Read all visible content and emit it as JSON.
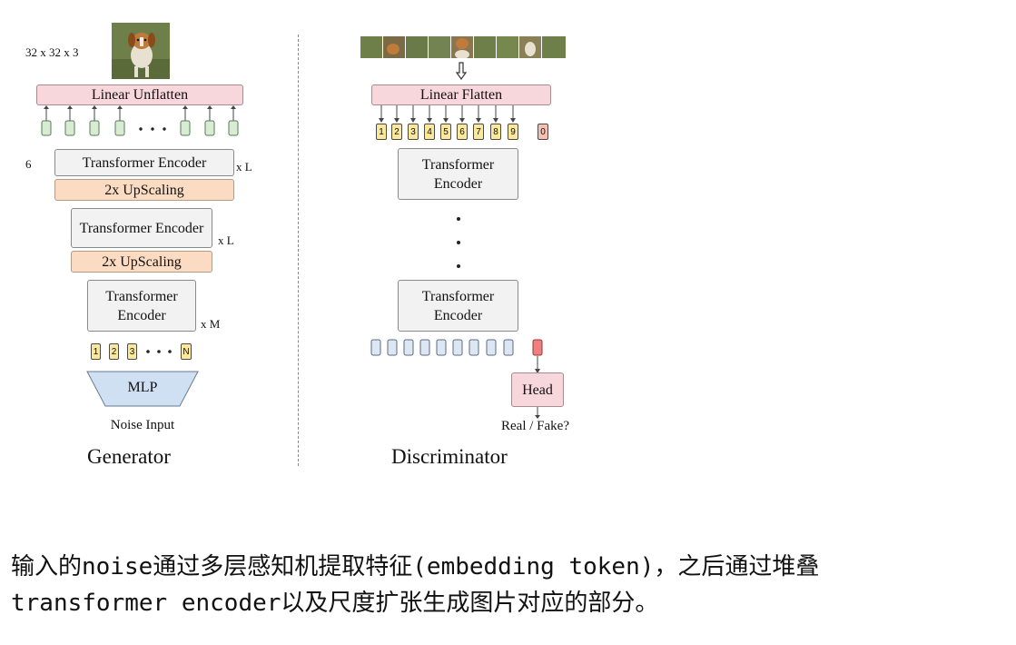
{
  "generator": {
    "title": "Generator",
    "image_dims": "32 x 32 x 3",
    "linear_unflatten": "Linear Unflatten",
    "side_number": "6",
    "encoder1": "Transformer Encoder",
    "repeat1": "x L",
    "upscale1": "2x UpScaling",
    "encoder2": "Transformer Encoder",
    "repeat2": "x L",
    "upscale2": "2x UpScaling",
    "encoder3": "Transformer Encoder",
    "repeat3": "x M",
    "tokens": [
      "1",
      "2",
      "3",
      "N"
    ],
    "mlp": "MLP",
    "noise_input": "Noise Input"
  },
  "discriminator": {
    "title": "Discriminator",
    "linear_flatten": "Linear Flatten",
    "tokens": [
      "1",
      "2",
      "3",
      "4",
      "5",
      "6",
      "7",
      "8",
      "9"
    ],
    "cls_token": "0",
    "encoder1": "Transformer Encoder",
    "encoder2": "Transformer Encoder",
    "head": "Head",
    "output": "Real / Fake?"
  },
  "caption": {
    "line1": "输入的noise通过多层感知机提取特征(embedding token)，之后通过堆叠",
    "line2": "transformer encoder以及尺度扩张生成图片对应的部分。"
  },
  "colors": {
    "pink": "#f8d7dc",
    "gray": "#f2f2f2",
    "orange": "#fbdcc2",
    "mlp_blue": "#cfe0f3",
    "token_yellow": "#fbe89a",
    "token_blue": "#dde7f4",
    "token_red": "#f08080",
    "token_green": "#d8ecd4"
  }
}
